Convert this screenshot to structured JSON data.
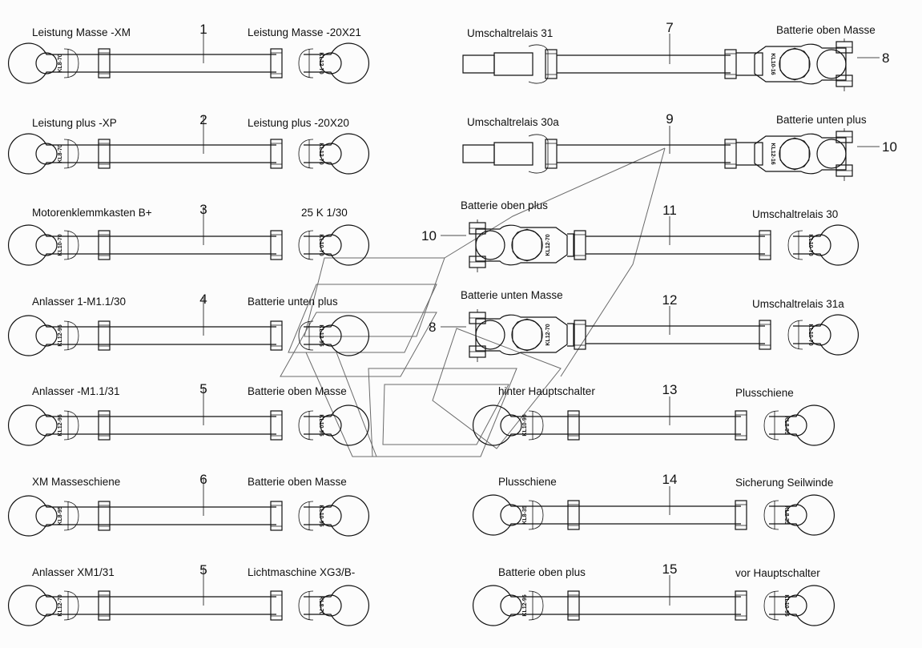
{
  "cables": [
    {
      "num": "1",
      "left": "Leistung Masse -XM",
      "right": "Leistung Masse -20X21",
      "lcode": "KL8-70",
      "rcode": "KL12-70"
    },
    {
      "num": "2",
      "left": "Leistung plus -XP",
      "right": "Leistung plus -20X20",
      "lcode": "KL8-70",
      "rcode": "KL12-70"
    },
    {
      "num": "3",
      "left": "Motorenklemmkasten B+",
      "right": "25 K 1/30",
      "lcode": "KL10-70",
      "rcode": "KL10-70"
    },
    {
      "num": "4",
      "left": "Anlasser 1-M1.1/30",
      "right": "Batterie unten plus",
      "lcode": "KL12-95",
      "rcode": "KL12-95"
    },
    {
      "num": "5",
      "left": "Anlasser -M1.1/31",
      "right": "Batterie oben Masse",
      "lcode": "KL12-95",
      "rcode": "KL10-95"
    },
    {
      "num": "6",
      "left": "XM Masseschiene",
      "right": "Batterie oben Masse",
      "lcode": "KL8-95",
      "rcode": "KL10-95"
    },
    {
      "num": "5",
      "left": "Anlasser XM1/31",
      "right": "Lichtmaschine XG3/B-",
      "lcode": "KL12-70",
      "rcode": "KL8-70"
    },
    {
      "num": "7",
      "left": "Umschaltrelais 31",
      "right": "Batterie oben Masse",
      "rcode": "KL10-16",
      "clamp": "8"
    },
    {
      "num": "9",
      "left": "Umschaltrelais 30a",
      "right": "Batterie unten plus",
      "rcode": "KL12-16",
      "clamp": "10"
    },
    {
      "num": "11",
      "left": "Batterie oben plus",
      "right": "Umschaltrelais 30",
      "lcode": "KL12-70",
      "rcode": "KL10-70",
      "clamp": "10"
    },
    {
      "num": "12",
      "left": "Batterie unten Masse",
      "right": "Umschaltrelais 31a",
      "lcode": "KL12-70",
      "rcode": "KL10-70",
      "clamp": "8"
    },
    {
      "num": "13",
      "left": "hinter Hauptschalter",
      "right": "Plusschiene",
      "lcode": "KL10-95",
      "rcode": "KL8-95"
    },
    {
      "num": "14",
      "left": "Plusschiene",
      "right": "Sicherung Seilwinde",
      "lcode": "KL8-35",
      "rcode": "KL8-35"
    },
    {
      "num": "15",
      "left": "Batterie oben plus",
      "right": "vor Hauptschalter",
      "lcode": "KL12-95",
      "rcode": "KL10-95"
    }
  ]
}
